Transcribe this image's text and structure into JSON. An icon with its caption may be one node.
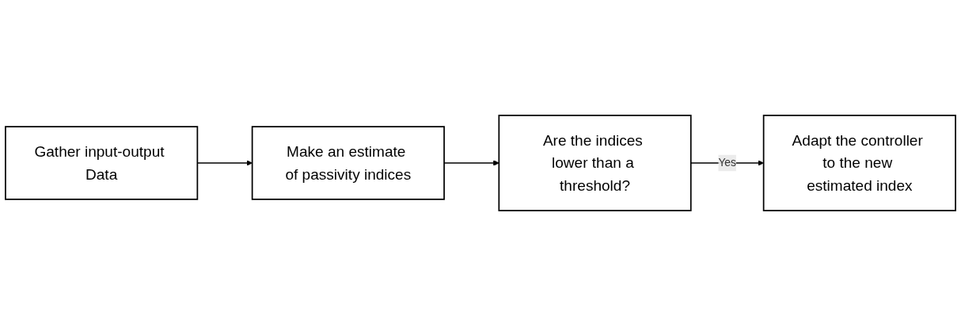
{
  "diagram": {
    "nodes": [
      {
        "text": [
          "Gather input-output Data"
        ]
      },
      {
        "text": [
          "Make an estimate of passivity indices"
        ]
      },
      {
        "text": [
          "Are the indices lower than a threshold?"
        ]
      },
      {
        "text": [
          "Adapt the controller to the new estimated index"
        ]
      }
    ],
    "edges": [
      {
        "from": 0,
        "to": 1,
        "arrow": "to"
      },
      {
        "from": 1,
        "to": 2,
        "arrow": "to"
      },
      {
        "from": 2,
        "to": 3,
        "arrow": "to",
        "label": "Yes"
      }
    ]
  }
}
